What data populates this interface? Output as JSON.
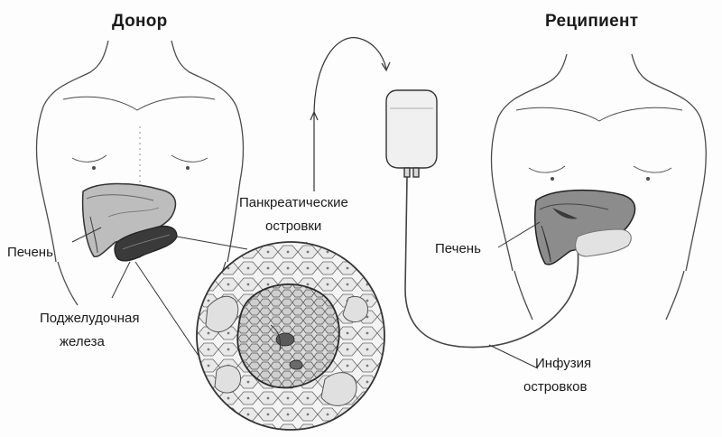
{
  "titles": {
    "donor": "Донор",
    "recipient": "Реципиент"
  },
  "labels": {
    "donor_liver": "Печень",
    "pancreas_line1": "Поджелудочная",
    "pancreas_line2": "железа",
    "islets_line1": "Панкреатические",
    "islets_line2": "островки",
    "recipient_liver": "Печень",
    "infusion_line1": "Инфузия",
    "infusion_line2": "островков"
  },
  "colors": {
    "ink": "#1a1a1a",
    "organ_dark": "#3a3a3a",
    "organ_mid": "#8a8a8a",
    "organ_light": "#c8c8c8",
    "paper": "#fdfdfd"
  }
}
